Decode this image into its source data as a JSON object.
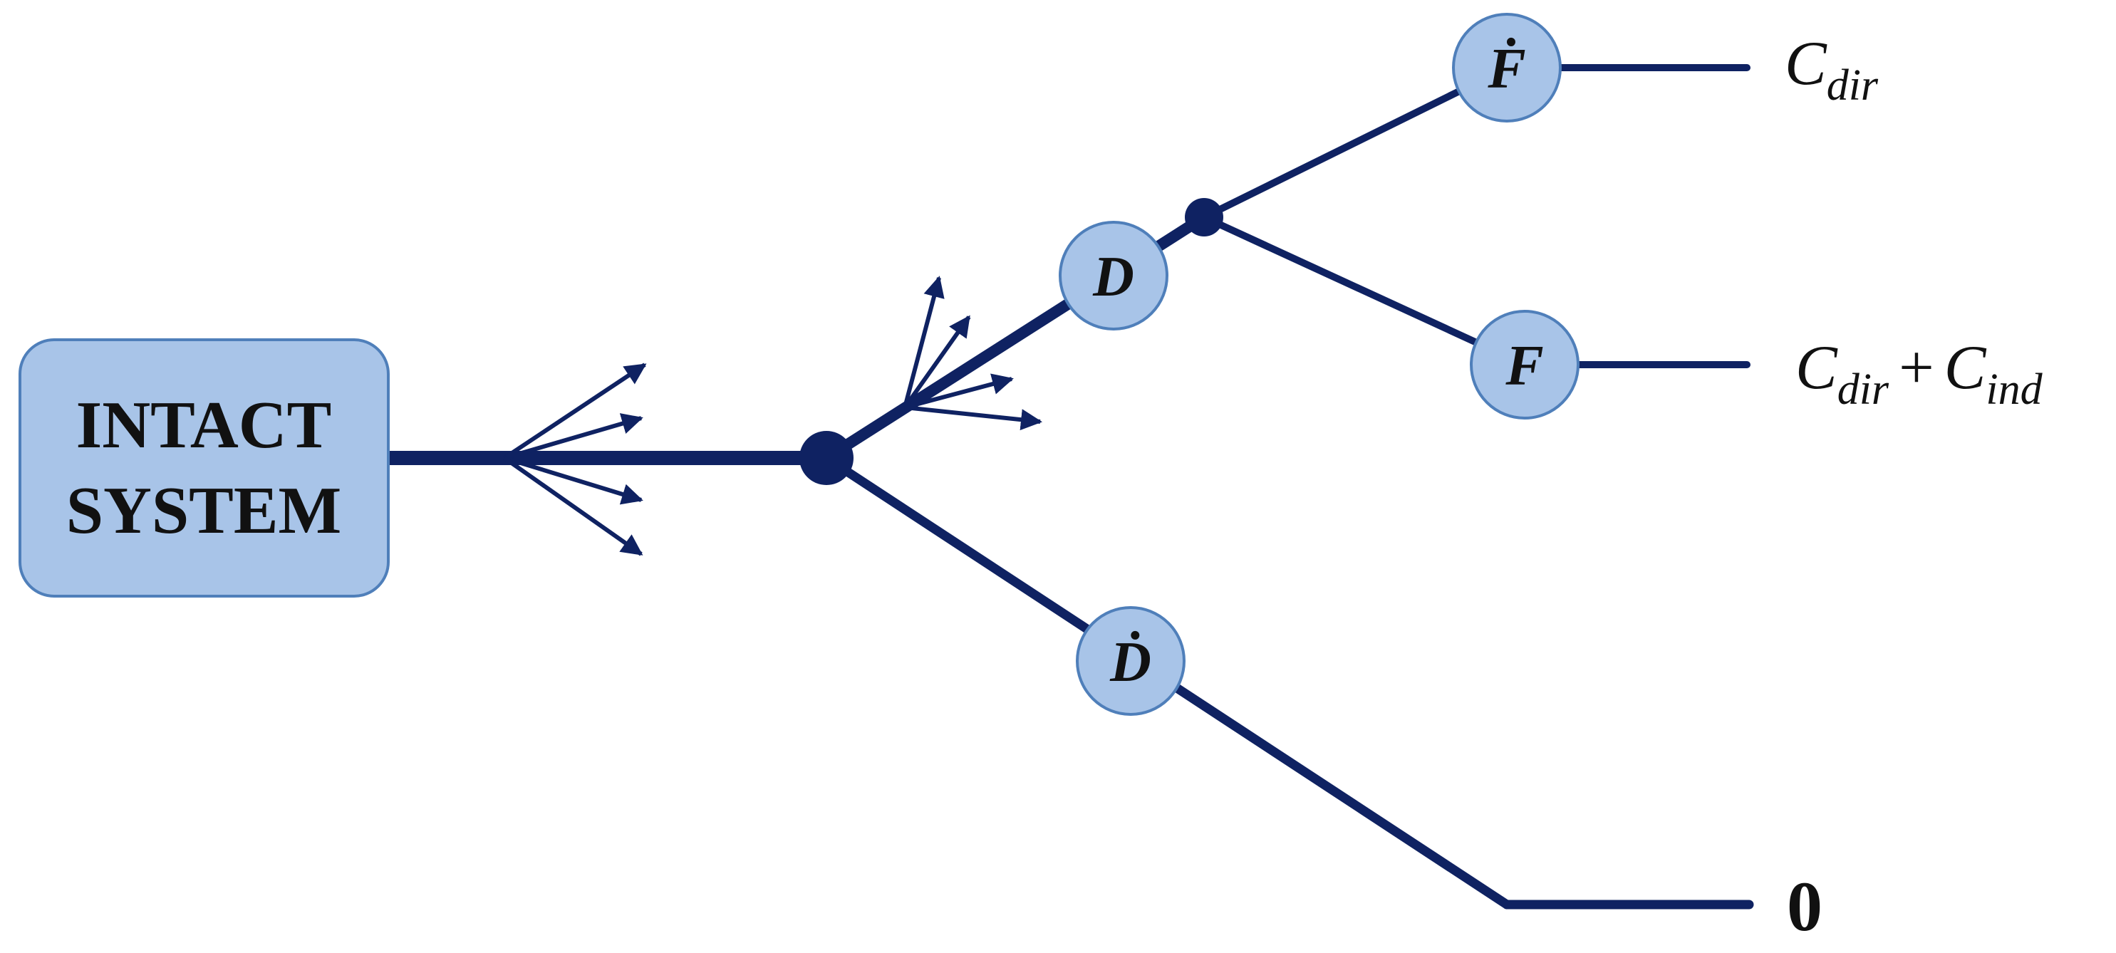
{
  "colors": {
    "line": "#0f2262",
    "node_fill": "#a8c4e8",
    "node_stroke": "#4f7fba",
    "text": "#111111"
  },
  "start_box": {
    "line1": "INTACT",
    "line2": "SYSTEM"
  },
  "nodes": {
    "d": "D",
    "d_dot": "Ḋ",
    "f": "F",
    "f_dot": "Ḟ"
  },
  "outcomes": {
    "top": {
      "base": "C",
      "sub": "dir"
    },
    "middle": {
      "base1": "C",
      "sub1": "dir",
      "op": "+",
      "base2": "C",
      "sub2": "ind"
    },
    "bottom": "0"
  }
}
